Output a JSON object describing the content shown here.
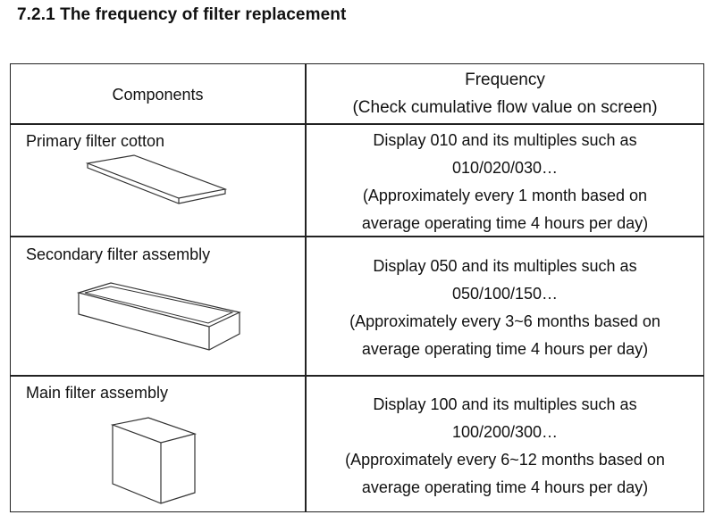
{
  "title": "7.2.1 The frequency of filter replacement",
  "table": {
    "headers": {
      "components": "Components",
      "frequency": "Frequency",
      "frequency_note": "(Check cumulative flow value on screen)"
    },
    "rows": [
      {
        "component": "Primary filter cotton",
        "icon": "flat-filter-pad-icon",
        "lines": [
          "Display 010 and its multiples such as",
          "010/020/030…",
          "(Approximately every 1 month based on",
          "average operating time 4 hours per day)"
        ]
      },
      {
        "component": "Secondary filter assembly",
        "icon": "filter-tray-icon",
        "lines": [
          "Display 050 and its multiples such as",
          "050/100/150…",
          "(Approximately every 3~6 months based on",
          "average operating time 4 hours per day)"
        ]
      },
      {
        "component": "Main filter assembly",
        "icon": "filter-box-icon",
        "lines": [
          "Display 100 and its multiples such as",
          "100/200/300…",
          "(Approximately every 6~12 months based on",
          "average operating time 4 hours per day)"
        ]
      }
    ]
  }
}
